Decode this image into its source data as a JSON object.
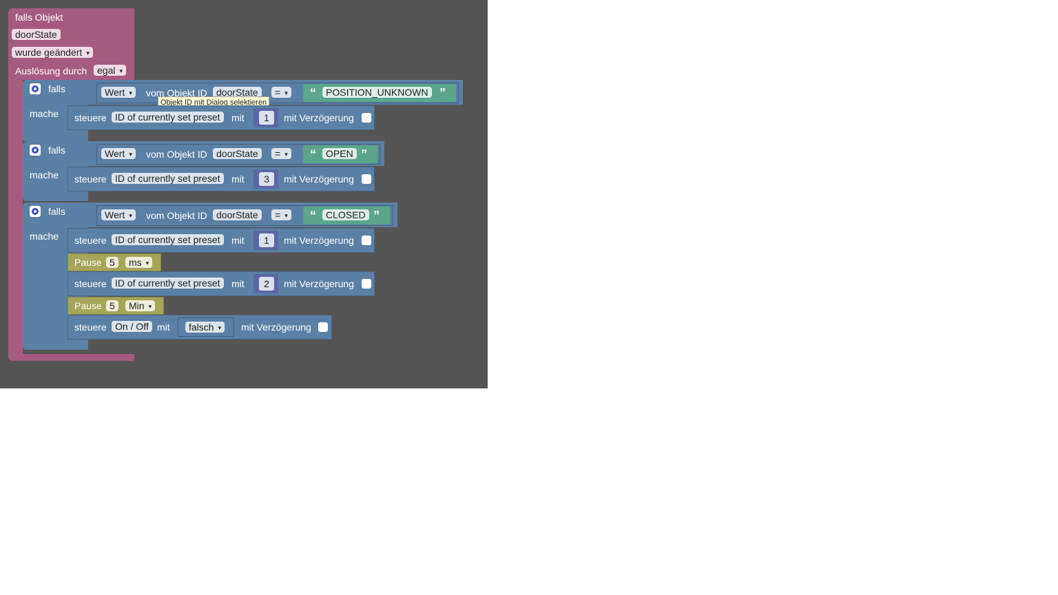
{
  "trigger": {
    "title": "falls Objekt",
    "object_id": "doorState",
    "event": "wurde geändert",
    "trigger_by_label": "Auslösung durch",
    "trigger_by_value": "egal"
  },
  "tooltip": "Objekt ID mit Dialog selektieren",
  "if_blocks": [
    {
      "falls_label": "falls",
      "mache_label": "mache",
      "condition": {
        "value_select": "Wert",
        "from_label": "vom Objekt ID",
        "object": "doorState",
        "operator": "=",
        "string": "POSITION_UNKNOWN"
      },
      "actions": [
        {
          "type": "control",
          "steuere": "steuere",
          "target": "ID of currently set preset",
          "mit": "mit",
          "value": "1",
          "delay_label": "mit Verzögerung"
        }
      ]
    },
    {
      "falls_label": "falls",
      "mache_label": "mache",
      "condition": {
        "value_select": "Wert",
        "from_label": "vom Objekt ID",
        "object": "doorState",
        "operator": "=",
        "string": "OPEN"
      },
      "actions": [
        {
          "type": "control",
          "steuere": "steuere",
          "target": "ID of currently set preset",
          "mit": "mit",
          "value": "3",
          "delay_label": "mit Verzögerung"
        }
      ]
    },
    {
      "falls_label": "falls",
      "mache_label": "mache",
      "condition": {
        "value_select": "Wert",
        "from_label": "vom Objekt ID",
        "object": "doorState",
        "operator": "=",
        "string": "CLOSED"
      },
      "actions": [
        {
          "type": "control",
          "steuere": "steuere",
          "target": "ID of currently set preset",
          "mit": "mit",
          "value": "1",
          "delay_label": "mit Verzögerung"
        },
        {
          "type": "pause",
          "label": "Pause",
          "amount": "5",
          "unit": "ms"
        },
        {
          "type": "control",
          "steuere": "steuere",
          "target": "ID of currently set preset",
          "mit": "mit",
          "value": "2",
          "delay_label": "mit Verzögerung"
        },
        {
          "type": "pause",
          "label": "Pause",
          "amount": "5",
          "unit": "Min"
        },
        {
          "type": "control",
          "steuere": "steuere",
          "target": "On / Off",
          "mit": "mit",
          "value": "falsch",
          "delay_label": "mit Verzögerung"
        }
      ]
    }
  ],
  "colors": {
    "workspace": "#555555",
    "trigger_block": "#a55b80",
    "logic_block": "#5b80a5",
    "pause_block": "#a5a55b",
    "text_block": "#5ba58c",
    "number_block": "#5b67a5"
  }
}
